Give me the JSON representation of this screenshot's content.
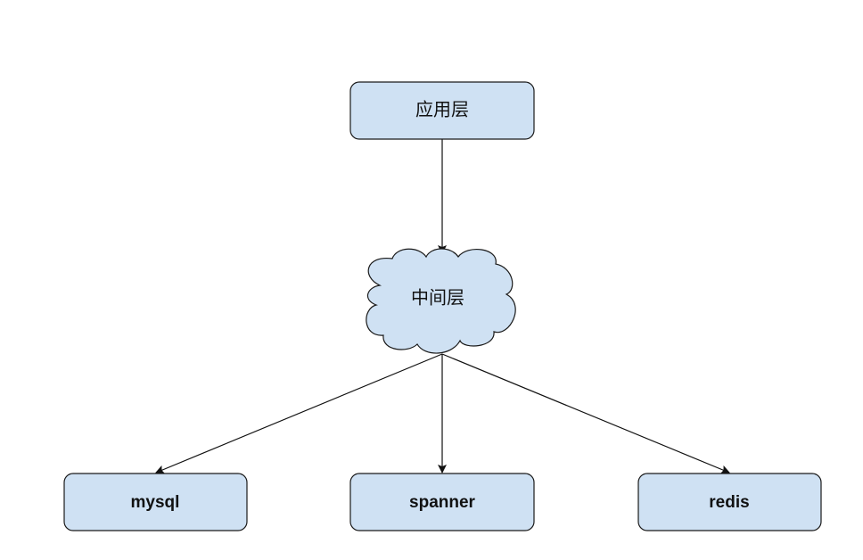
{
  "colors": {
    "node_fill": "#cfe1f3",
    "node_stroke": "#1a1a1a",
    "edge": "#111111"
  },
  "nodes": {
    "app": {
      "label": "应用层",
      "shape": "rounded-rect"
    },
    "middle": {
      "label": "中间层",
      "shape": "cloud"
    },
    "mysql": {
      "label": "mysql",
      "shape": "rounded-rect"
    },
    "spanner": {
      "label": "spanner",
      "shape": "rounded-rect"
    },
    "redis": {
      "label": "redis",
      "shape": "rounded-rect"
    }
  },
  "edges": [
    {
      "from": "app",
      "to": "middle"
    },
    {
      "from": "middle",
      "to": "mysql"
    },
    {
      "from": "middle",
      "to": "spanner"
    },
    {
      "from": "middle",
      "to": "redis"
    }
  ]
}
